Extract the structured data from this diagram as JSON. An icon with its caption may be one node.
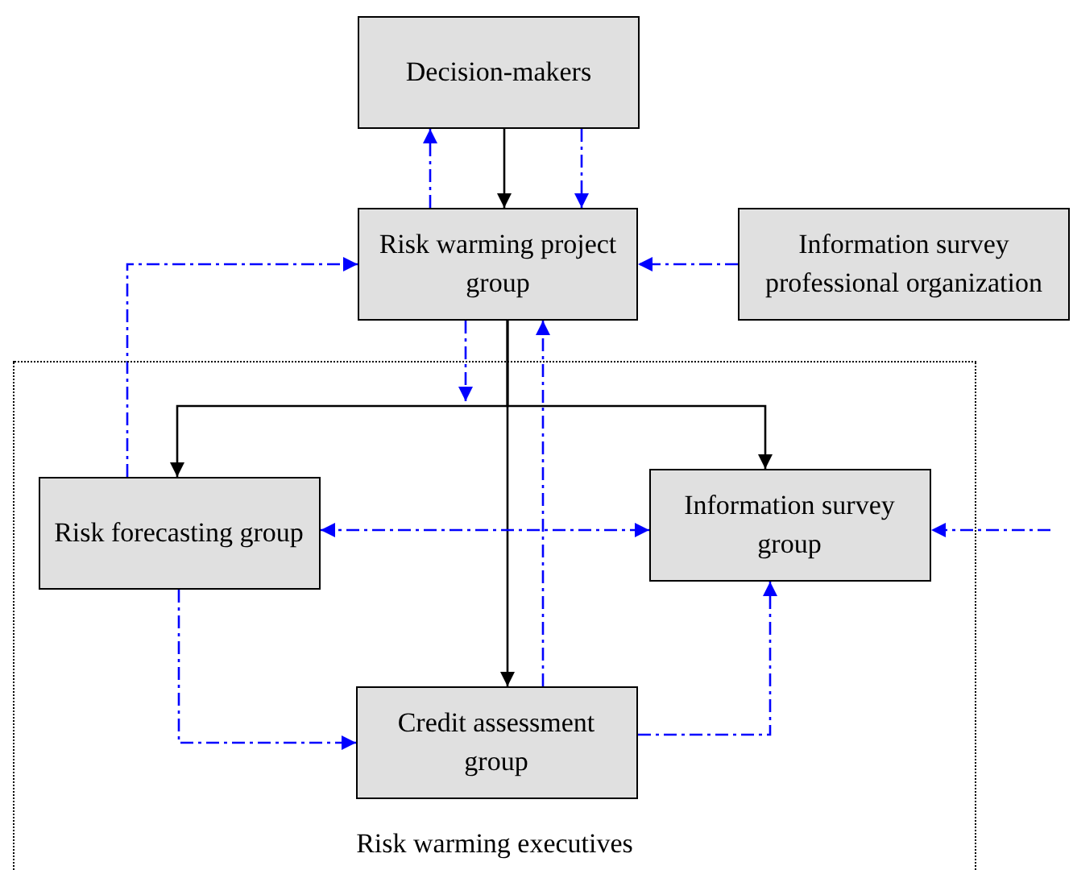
{
  "diagram": {
    "nodes": [
      {
        "text": [
          "Decision-makers"
        ]
      },
      {
        "text": [
          "Risk warming project group"
        ]
      },
      {
        "text": [
          "Information survey professional organization"
        ]
      },
      {
        "text": [
          "Risk warming executives"
        ]
      },
      {
        "text": [
          "Risk forecasting group"
        ],
        "in": 3
      },
      {
        "text": [
          "Information survey group"
        ],
        "in": 3
      },
      {
        "text": [
          "Credit assessment group"
        ],
        "in": 3
      }
    ],
    "edges": [
      {
        "from": 0,
        "to": 1,
        "arrow": "to",
        "color": "#000000"
      },
      {
        "from": 1,
        "to": 0,
        "arrow": "to",
        "style": "dashed",
        "color": "#0000ff"
      },
      {
        "from": 0,
        "to": 1,
        "arrow": "to",
        "style": "dashed",
        "color": "#0000ff"
      },
      {
        "from": 4,
        "to": 1,
        "arrow": "to",
        "style": "dashed",
        "color": "#0000ff"
      },
      {
        "from": 2,
        "to": 1,
        "arrow": "to",
        "style": "dashed",
        "color": "#0000ff"
      },
      {
        "from": 1,
        "to": 3,
        "arrow": "to",
        "style": "dashed",
        "color": "#0000ff"
      },
      {
        "from": 1,
        "to": 4,
        "arrow": "to",
        "color": "#000000"
      },
      {
        "from": 1,
        "to": 5,
        "arrow": "to",
        "color": "#000000"
      },
      {
        "from": 1,
        "to": 6,
        "arrow": "to",
        "color": "#000000"
      },
      {
        "from": 6,
        "to": 1,
        "arrow": "to",
        "style": "dashed",
        "color": "#0000ff"
      },
      {
        "from": 4,
        "to": 5,
        "arrow": "both",
        "style": "dashed",
        "color": "#0000ff"
      },
      {
        "from": null,
        "to": 5,
        "arrow": "to",
        "style": "dashed",
        "color": "#0000ff"
      },
      {
        "from": 4,
        "to": 6,
        "arrow": "to",
        "style": "dashed",
        "color": "#0000ff"
      },
      {
        "from": 6,
        "to": 5,
        "arrow": "to",
        "style": "dashed",
        "color": "#0000ff"
      }
    ]
  }
}
